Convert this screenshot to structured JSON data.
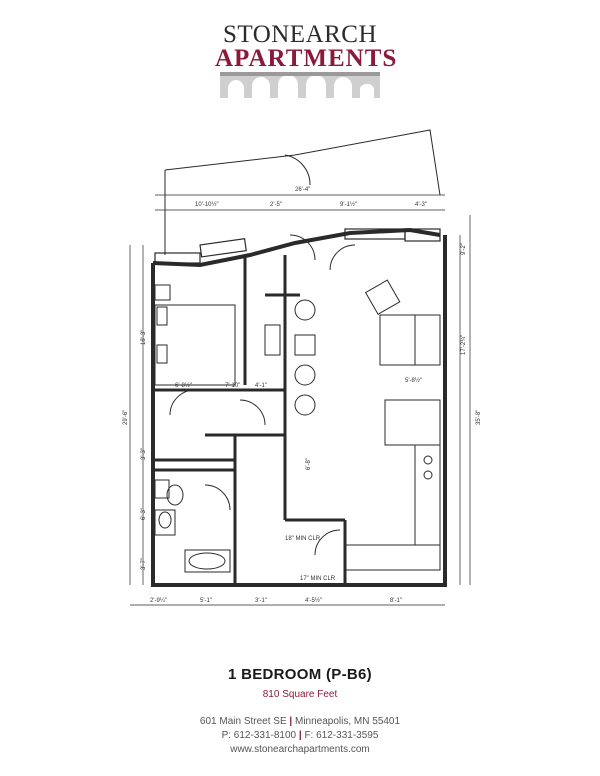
{
  "brand": {
    "line1": "STONEARCH",
    "line2": "APARTMENTS",
    "primary_color": "#8b1a3a"
  },
  "plan": {
    "dimensions": [
      "26'-4\"",
      "10'-10½\"",
      "2'-5\"",
      "9'-1½\"",
      "4'-3\"",
      "18'-3\"",
      "29'-6\"",
      "3'-3\"",
      "6'-3\"",
      "3'-7\"",
      "2'-9¼\"",
      "5'-1\"",
      "3'-1\"",
      "4'-5½\"",
      "8'-1\"",
      "6'-8½\"",
      "7'-10\"",
      "4'-1\"",
      "5'-8½\"",
      "35'-8\"",
      "17'-2¾\"",
      "9'-2\"",
      "6'-8\""
    ],
    "min_clr_label": "18\" MIN\nCLR",
    "min_clr_label_2": "17\" MIN\nCLR"
  },
  "unit": {
    "title": "1 BEDROOM (P-B6)",
    "square_feet": "810 Square Feet"
  },
  "contact": {
    "street": "601 Main Street SE",
    "city": "Minneapolis, MN 55401",
    "phone": "P: 612-331-8100",
    "fax": "F: 612-331-3595",
    "website": "www.stonearchapartments.com"
  }
}
